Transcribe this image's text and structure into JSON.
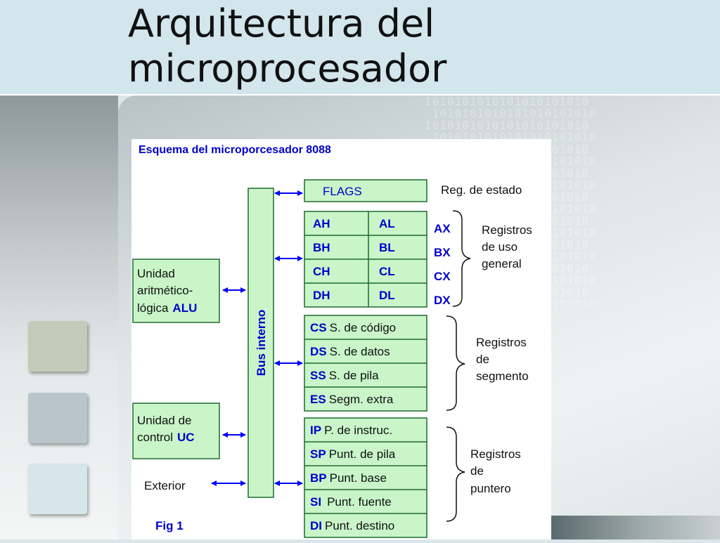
{
  "slide": {
    "title_line1": "Arquitectura del",
    "title_line2": "microprocesador"
  },
  "diagram": {
    "title": "Esquema del microporcesador 8088",
    "fig_label": "Fig 1",
    "bus_label": "Bus interno",
    "flags": {
      "label": "FLAGS",
      "desc": "Reg. de estado"
    },
    "alu": {
      "line1": "Unidad",
      "line2": "aritmético-",
      "line3": "lógica",
      "code": "ALU"
    },
    "uc": {
      "line1": "Unidad de",
      "line2": "control",
      "code": "UC"
    },
    "exterior": "Exterior",
    "general_registers": [
      {
        "high": "AH",
        "low": "AL",
        "pair": "AX"
      },
      {
        "high": "BH",
        "low": "BL",
        "pair": "BX"
      },
      {
        "high": "CH",
        "low": "CL",
        "pair": "CX"
      },
      {
        "high": "DH",
        "low": "DL",
        "pair": "DX"
      }
    ],
    "general_desc": [
      "Registros",
      "de uso",
      "general"
    ],
    "segment_registers": [
      {
        "code": "CS",
        "desc": "S. de código"
      },
      {
        "code": "DS",
        "desc": "S. de datos"
      },
      {
        "code": "SS",
        "desc": "S. de pila"
      },
      {
        "code": "ES",
        "desc": "Segm. extra"
      }
    ],
    "segment_desc": [
      "Registros",
      "de",
      "segmento"
    ],
    "pointer_registers": [
      {
        "code": "IP",
        "desc": "P. de instruc."
      },
      {
        "code": "SP",
        "desc": "Punt. de pila"
      },
      {
        "code": "BP",
        "desc": "Punt. base"
      },
      {
        "code": "SI",
        "desc": "Punt. fuente"
      },
      {
        "code": "DI",
        "desc": "Punt. destino"
      }
    ],
    "pointer_desc": [
      "Registros",
      "de",
      "puntero"
    ]
  },
  "colors": {
    "box_fill": "#c9f5c9",
    "box_stroke": "#1e6b2e",
    "label_blue": "#0000cc",
    "arrow_blue": "#0000ff"
  }
}
